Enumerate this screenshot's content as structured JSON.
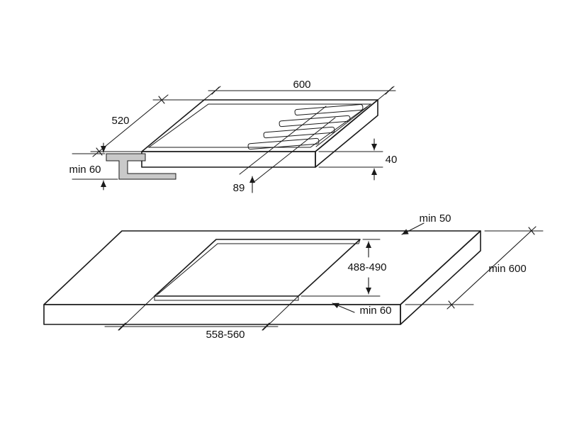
{
  "diagram": {
    "type": "hob-installation-dimensions",
    "colors": {
      "line": "#1a1a1a",
      "bracket_fill": "#c9c9c9",
      "background": "#ffffff"
    },
    "hob": {
      "width": "600",
      "depth": "520",
      "height": "40",
      "burner_offset": "89",
      "min_side_clearance": "min 60"
    },
    "worktop": {
      "min_back_clearance": "min 50",
      "cutout_depth": "488-490",
      "min_worktop_depth": "min 600",
      "min_front_clearance": "min 60",
      "cutout_width": "558-560"
    }
  }
}
